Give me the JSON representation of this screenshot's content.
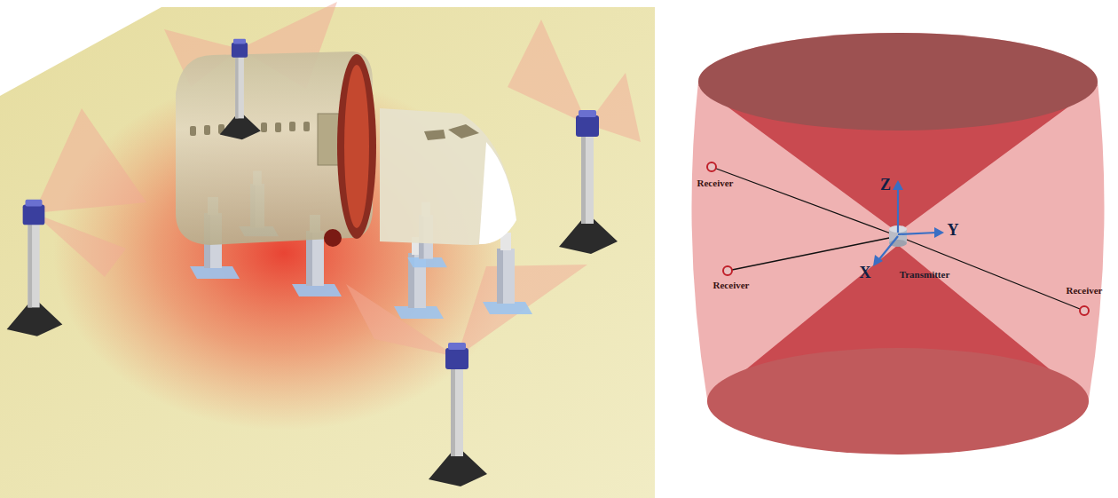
{
  "diagram": {
    "labels": [
      "Receiver",
      "Z",
      "Y",
      "Receiver",
      "X",
      "Transmitter",
      "Receiver"
    ]
  }
}
